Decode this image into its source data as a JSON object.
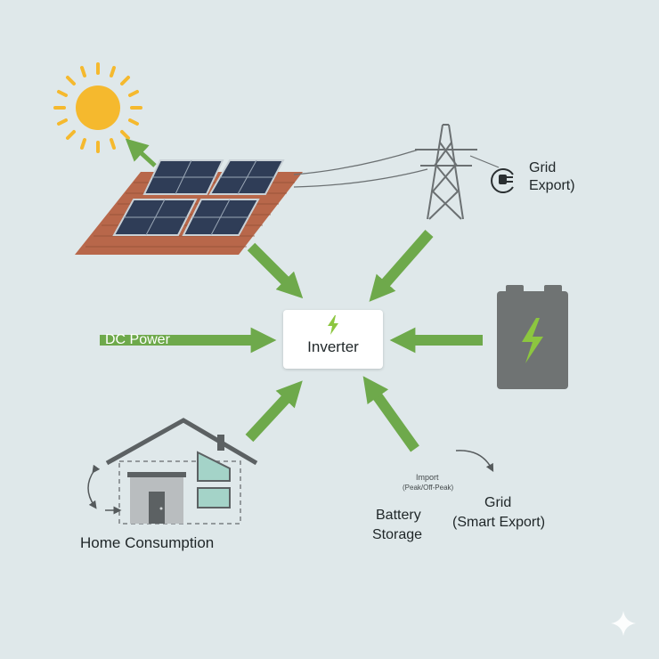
{
  "inverter": {
    "label": "Inverter"
  },
  "labels": {
    "grid_export_line1": "Grid",
    "grid_export_line2": "Export)",
    "dc_power": "DC Power",
    "home_consumption": "Home Consumption",
    "battery_line1": "Battery",
    "battery_line2": "Storage",
    "grid_smart_line1": "Grid",
    "grid_smart_line2": "(Smart Export)",
    "import_line1": "Import",
    "import_line2": "(Peak/Off-Peak)"
  },
  "icons": {
    "sun": "sun-icon",
    "solar_panels": "solar-panel-roof-icon",
    "pylon": "power-pylon-icon",
    "plug": "grid-plug-icon",
    "battery": "battery-icon",
    "house": "house-icon",
    "sparkle": "sparkle-icon"
  },
  "colors": {
    "background": "#dfe8ea",
    "arrow_green": "#6ea94b",
    "sun": "#f5b92e",
    "roof": "#b8674a",
    "panel": "#2f3d57",
    "battery": "#6f7373",
    "bolt": "#8cc63f"
  }
}
